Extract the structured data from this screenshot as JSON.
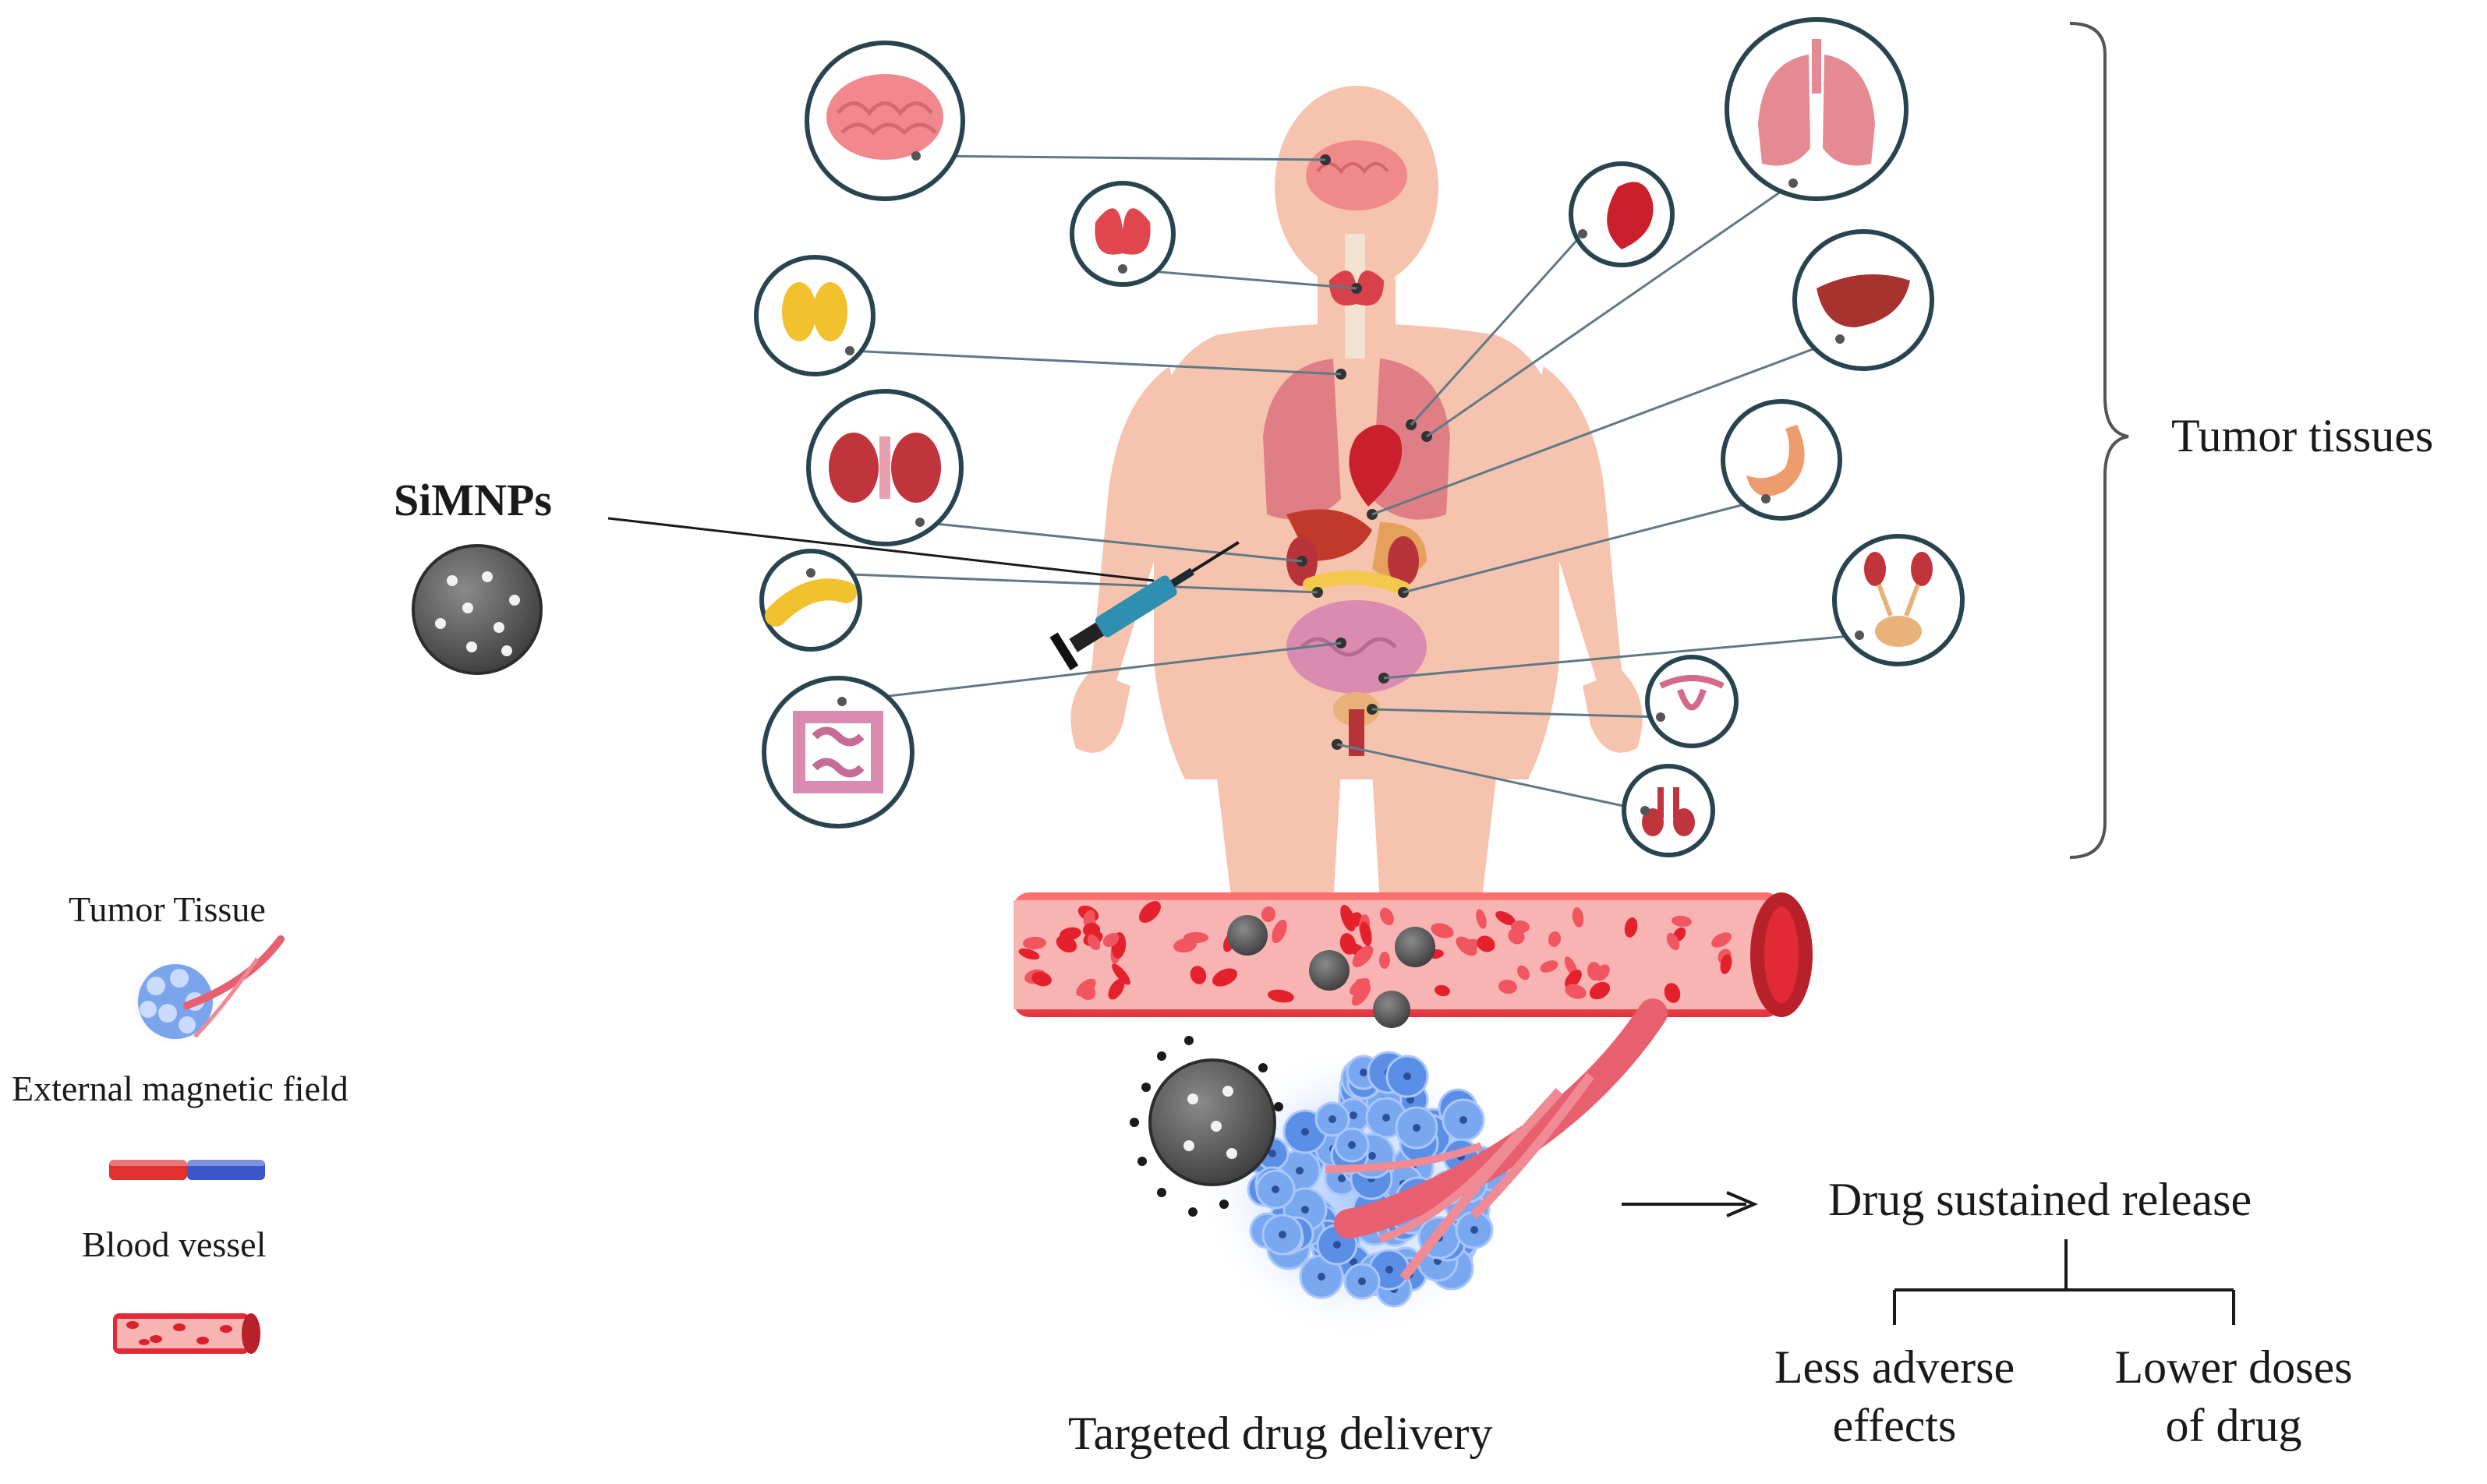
{
  "labels": {
    "simnps": "SiMNPs",
    "tumor_tissues": "Tumor tissues",
    "legend_tumor_tissue": "Tumor Tissue",
    "legend_magnetic_field": "External magnetic field",
    "legend_blood_vessel": "Blood vessel",
    "targeted_delivery": "Targeted drug delivery",
    "sustained_release": "Drug sustained release",
    "less_adverse_line1": "Less adverse",
    "less_adverse_line2": "effects",
    "lower_doses_line1": "Lower doses",
    "lower_doses_line2": "of drug"
  },
  "organs_left": [
    "brain-icon",
    "thyroid-icon",
    "adrenal-icon",
    "kidney-icon",
    "pancreas-icon",
    "intestine-icon"
  ],
  "organs_right": [
    "lungs-icon",
    "heart-icon",
    "liver-icon",
    "stomach-icon",
    "bladder-icon",
    "uterus-icon",
    "testis-icon"
  ],
  "colors": {
    "skin": "#f6c3ae",
    "organ_red": "#e04a4a",
    "circle_stroke": "#28444f",
    "vessel": "#e12a35",
    "tumor_blue": "#5b8fe6",
    "nanoparticle": "#555555"
  }
}
